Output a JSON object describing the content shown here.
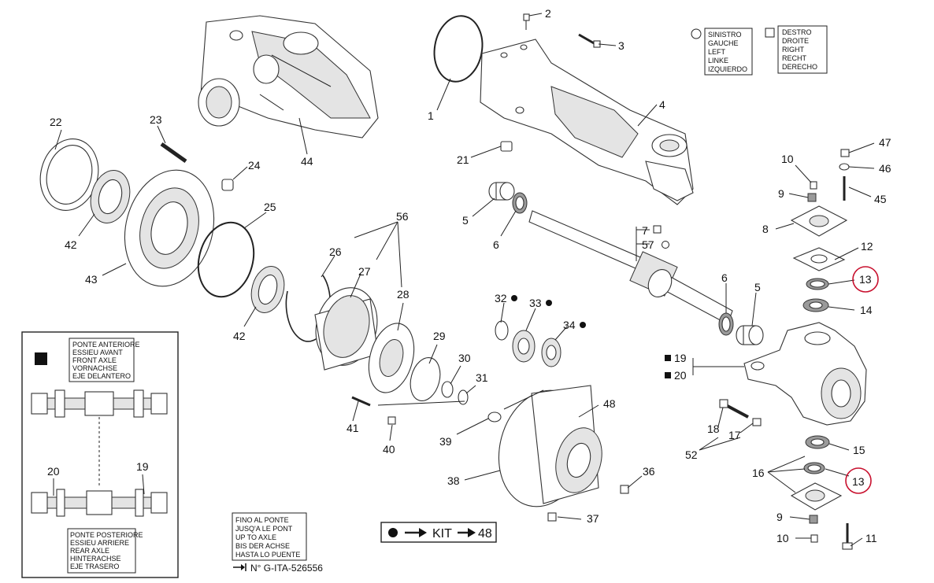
{
  "parts": {
    "p1": "1",
    "p2": "2",
    "p3": "3",
    "p4": "4",
    "p5a": "5",
    "p5b": "5",
    "p6a": "6",
    "p6b": "6",
    "p7": "7",
    "p57": "57",
    "p8": "8",
    "p9a": "9",
    "p9b": "9",
    "p10a": "10",
    "p10b": "10",
    "p11": "11",
    "p12": "12",
    "p13a": "13",
    "p13b": "13",
    "p14": "14",
    "p15": "15",
    "p16": "16",
    "p17": "17",
    "p18": "18",
    "p19": "19",
    "p20": "20",
    "p21": "21",
    "p22": "22",
    "p23": "23",
    "p24": "24",
    "p25": "25",
    "p26": "26",
    "p27": "27",
    "p28": "28",
    "p29": "29",
    "p30": "30",
    "p31": "31",
    "p32": "32",
    "p33": "33",
    "p34": "34",
    "p36": "36",
    "p37": "37",
    "p38": "38",
    "p39": "39",
    "p40": "40",
    "p41": "41",
    "p42a": "42",
    "p42b": "42",
    "p43": "43",
    "p44": "44",
    "p45": "45",
    "p46": "46",
    "p47": "47",
    "p48": "48",
    "p52": "52",
    "p56": "56",
    "inset20": "20",
    "inset19": "19"
  },
  "legend": {
    "left": [
      "SINISTRO",
      "GAUCHE",
      "LEFT",
      "LINKE",
      "IZQUIERDO"
    ],
    "right": [
      "DESTRO",
      "DROITE",
      "RIGHT",
      "RECHT",
      "DERECHO"
    ]
  },
  "front_axle": [
    "PONTE ANTERIORE",
    "ESSIEU AVANT",
    "FRONT AXLE",
    "VORNACHSE",
    "EJE DELANTERO"
  ],
  "rear_axle": [
    "PONTE POSTERIORE",
    "ESSIEU ARRIERE",
    "REAR AXLE",
    "HINTERACHSE",
    "EJE TRASERO"
  ],
  "fino": {
    "lines": [
      "FINO AL PONTE",
      "JUSQ'A LE PONT",
      "UP TO AXLE",
      "BIS DER ACHSE",
      "HASTA LO PUENTE"
    ],
    "serial": "N° G-ITA-526556"
  },
  "kit": {
    "label": "KIT",
    "ref": "48"
  },
  "colors": {
    "highlight": "#c8102e",
    "ink": "#222222"
  }
}
